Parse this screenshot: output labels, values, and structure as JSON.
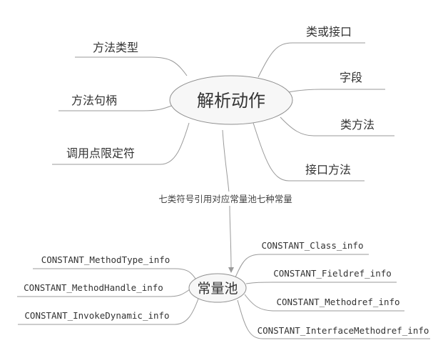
{
  "top_topic": {
    "label": "解析动作",
    "left_branches": [
      "方法类型",
      "方法句柄",
      "调用点限定符"
    ],
    "right_branches": [
      "类或接口",
      "字段",
      "类方法",
      "接口方法"
    ]
  },
  "connector": {
    "label": "七类符号引用对应常量池七种常量"
  },
  "bottom_topic": {
    "label": "常量池",
    "left_branches": [
      "CONSTANT_MethodType_info",
      "CONSTANT_MethodHandle_info",
      "CONSTANT_InvokeDynamic_info"
    ],
    "right_branches": [
      "CONSTANT_Class_info",
      "CONSTANT_Fieldref_info",
      "CONSTANT_Methodref_info",
      "CONSTANT_InterfaceMethodref_info"
    ]
  },
  "colors": {
    "line": "#9a9a9a",
    "node_fill": "#f7f7f7",
    "text": "#333333"
  }
}
